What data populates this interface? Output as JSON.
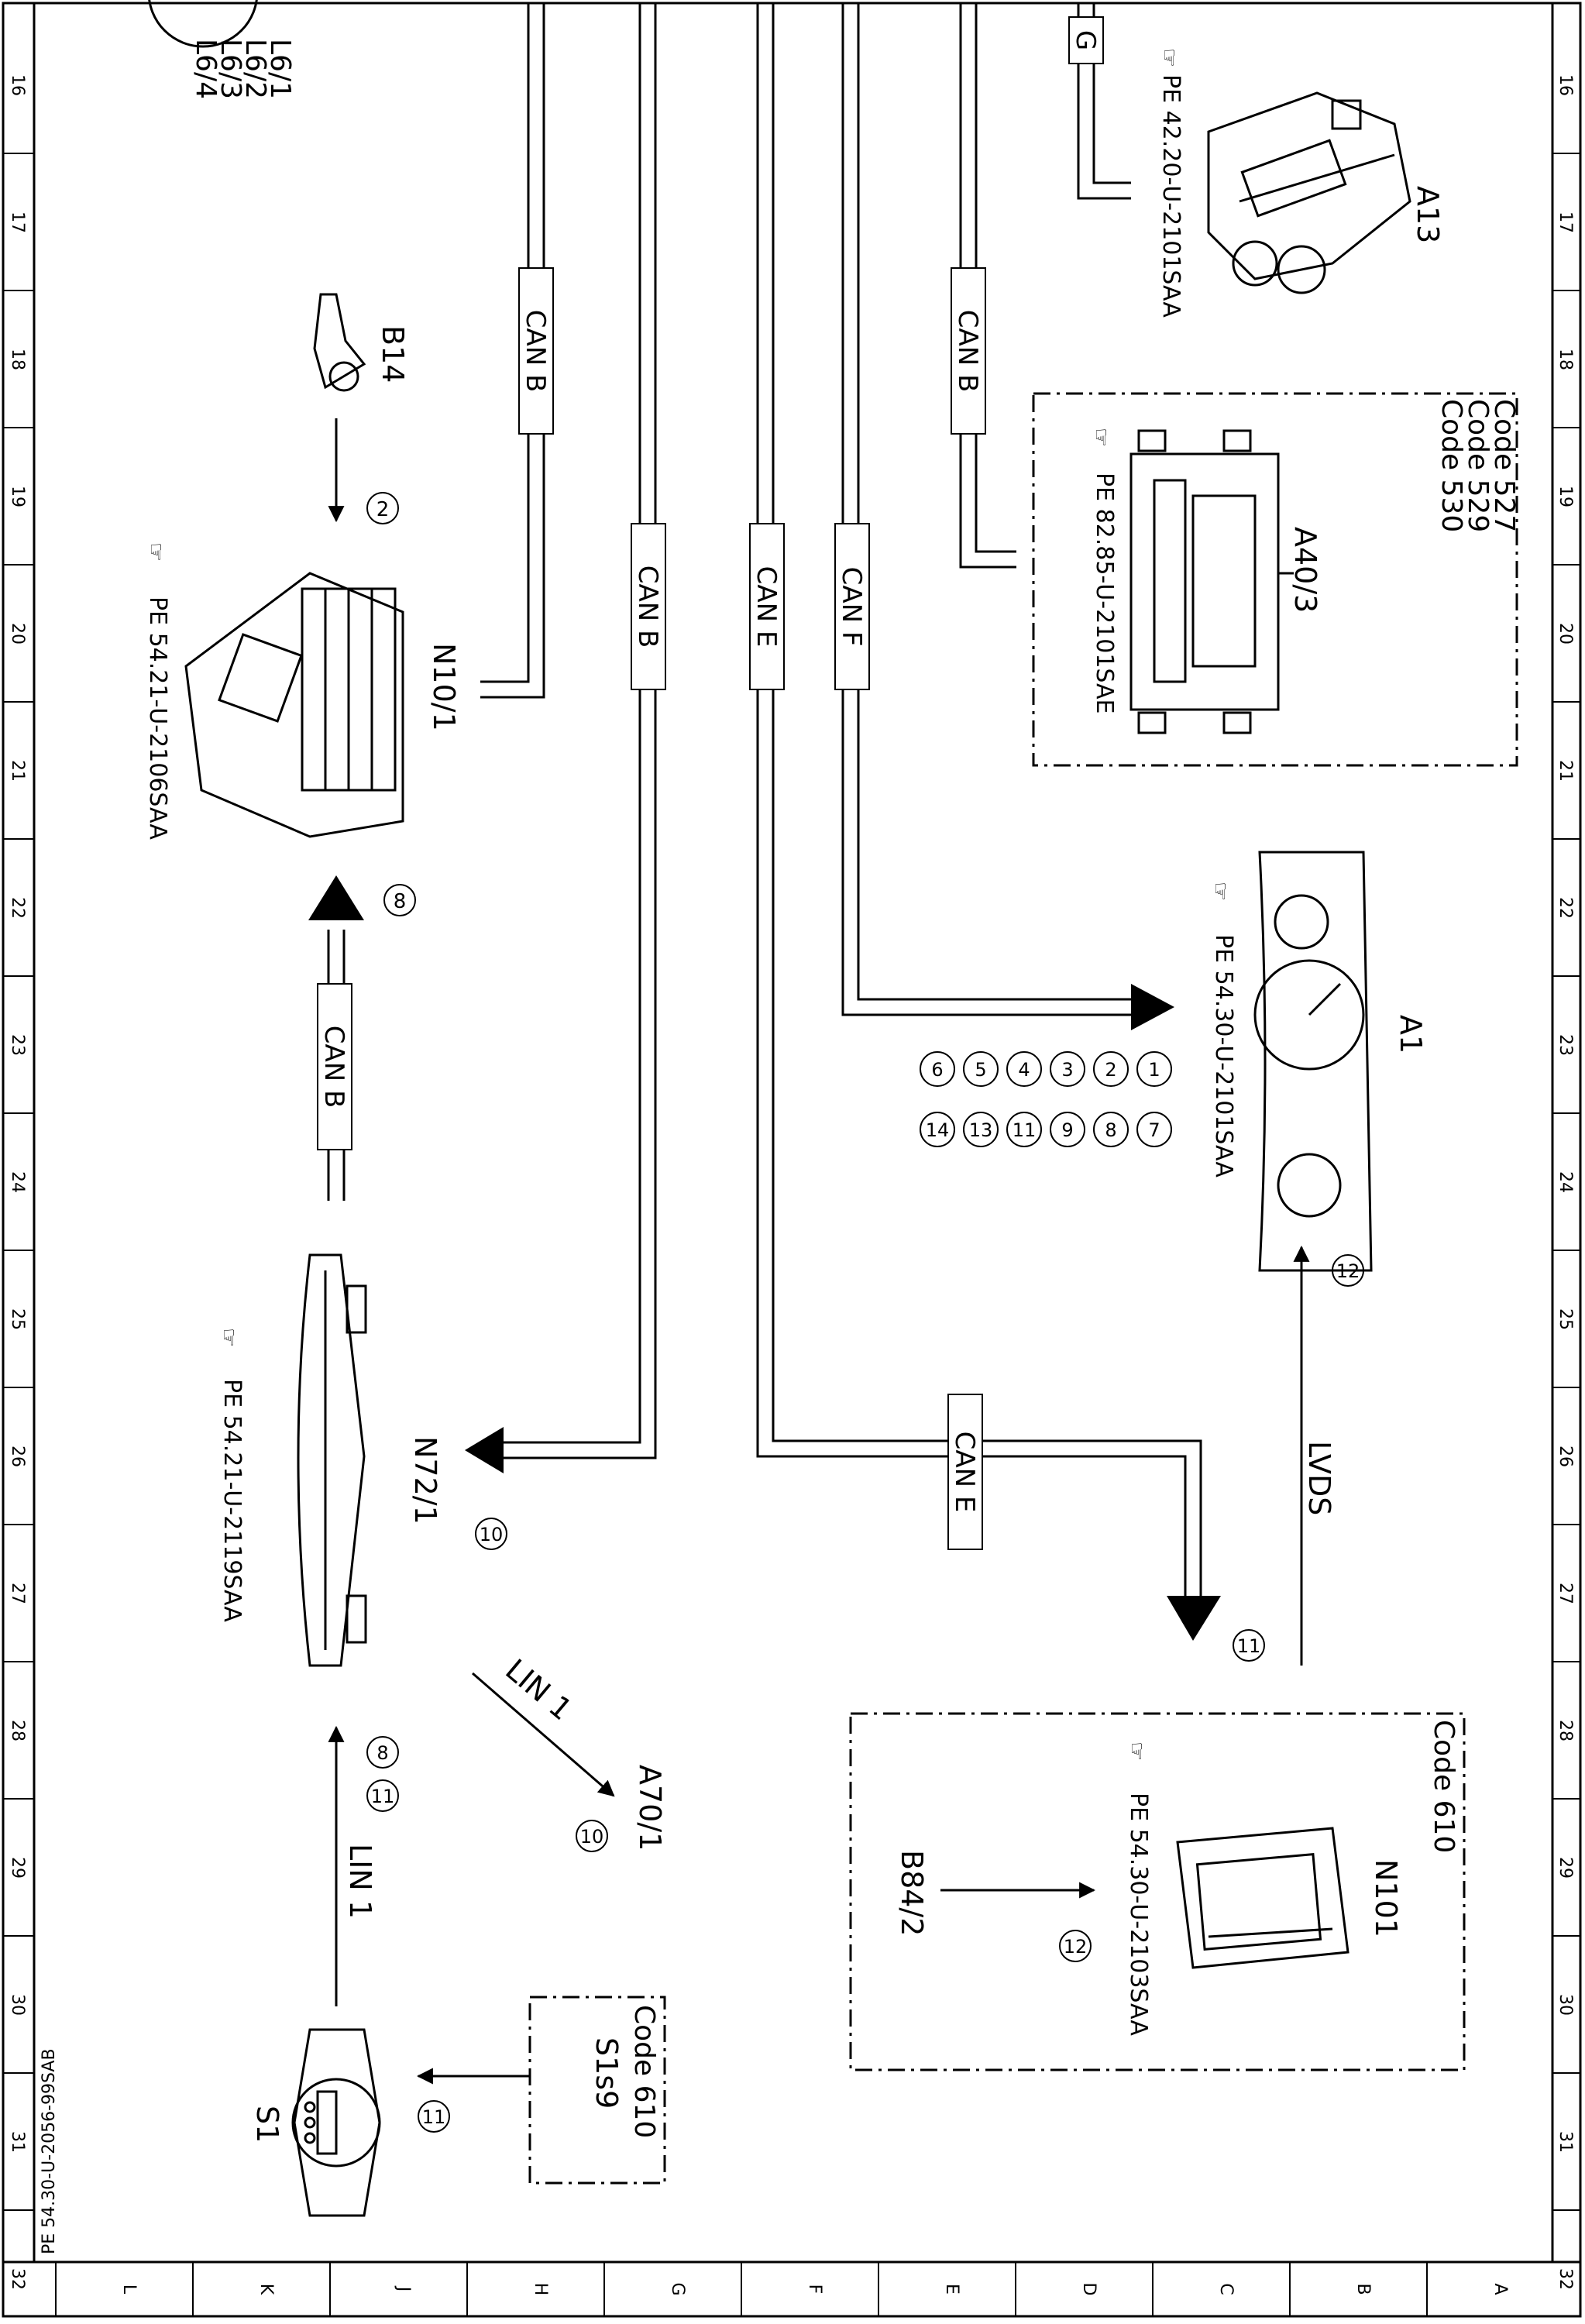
{
  "frame": {
    "row_numbers": [
      "16",
      "17",
      "18",
      "19",
      "20",
      "21",
      "22",
      "23",
      "24",
      "25",
      "26",
      "27",
      "28",
      "29",
      "30",
      "31",
      "32"
    ],
    "column_letters": [
      "A",
      "B",
      "C",
      "D",
      "E",
      "F",
      "G",
      "H",
      "J",
      "K",
      "L"
    ],
    "doc_ref": "PE 54.30-U-2056-99SAB"
  },
  "components": {
    "l6": {
      "lines": [
        "L6/1",
        "L6/2",
        "L6/3",
        "L6/4"
      ]
    },
    "a13": {
      "id": "A13",
      "ref": "PE 42.20-U-2101SAA"
    },
    "a40_3": {
      "id": "A40/3",
      "ref": "PE 82.85-U-2101SAE",
      "codes": [
        "Code 527",
        "Code 529",
        "Code 530"
      ]
    },
    "b14": {
      "id": "B14"
    },
    "n10_1": {
      "id": "N10/1",
      "ref": "PE 54.21-U-2106SAA"
    },
    "a1": {
      "id": "A1",
      "ref": "PE 54.30-U-2101SAA"
    },
    "n72_1": {
      "id": "N72/1",
      "ref": "PE 54.21-U-2119SAA"
    },
    "n101": {
      "id": "N101",
      "ref": "PE 54.30-U-2103SAA",
      "code": "Code 610"
    },
    "b84_2": {
      "id": "B84/2"
    },
    "a70_1": {
      "id": "A70/1"
    },
    "s1": {
      "id": "S1"
    },
    "s1s9": {
      "id": "S1s9",
      "code": "Code 610"
    }
  },
  "buses": {
    "g": "G",
    "can_b": "CAN B",
    "can_e": "CAN E",
    "can_f": "CAN F",
    "lin_1": "LIN 1",
    "lvds": "LVDS"
  },
  "markers": {
    "m2": "2",
    "m8": "8",
    "m10": "10",
    "m11": "11",
    "m12": "12",
    "a1_grid": [
      "1",
      "7",
      "2",
      "8",
      "3",
      "9",
      "4",
      "11",
      "5",
      "13",
      "6",
      "14"
    ]
  }
}
